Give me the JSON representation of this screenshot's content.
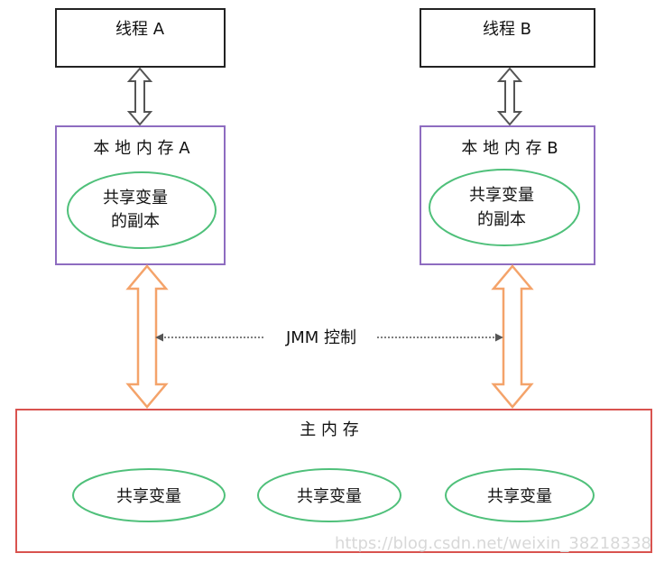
{
  "thread_a": {
    "label": "线程 A"
  },
  "thread_b": {
    "label": "线程 B"
  },
  "local_memory_a": {
    "title": "本 地 内 存 A",
    "copy_label_line1": "共享变量",
    "copy_label_line2": "的副本"
  },
  "local_memory_b": {
    "title": "本 地 内 存 B",
    "copy_label_line1": "共享变量",
    "copy_label_line2": "的副本"
  },
  "jmm_label": "JMM 控制",
  "main_memory": {
    "title": "主 内 存",
    "variables": [
      "共享变量",
      "共享变量",
      "共享变量"
    ]
  },
  "watermark": "https://blog.csdn.net/weixin_38218338",
  "colors": {
    "thread_border": "#222222",
    "local_border": "#8e6cc0",
    "main_border": "#d9534f",
    "ellipse_stroke": "#4fc07a",
    "thread_arrow": "#555555",
    "memory_arrow": "#f4a36a",
    "dotted_line": "#555555"
  }
}
